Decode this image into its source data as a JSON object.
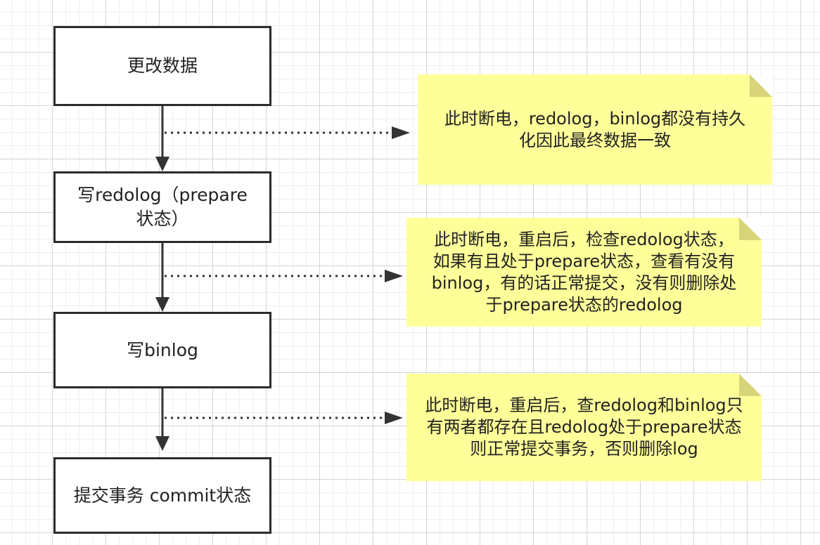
{
  "diagram": {
    "steps": [
      {
        "id": "step-update",
        "label": "更改数据"
      },
      {
        "id": "step-redolog",
        "label": "写redolog（prepare状态）"
      },
      {
        "id": "step-binlog",
        "label": "写binlog"
      },
      {
        "id": "step-commit",
        "label": "提交事务 commit状态"
      }
    ],
    "notes": [
      {
        "id": "note-1",
        "text": "此时断电，redolog，binlog都没有持久化因此最终数据一致"
      },
      {
        "id": "note-2",
        "text": "此时断电，重启后，检查redolog状态，如果有且处于prepare状态，查看有没有binlog，有的话正常提交，没有则删除处于prepare状态的redolog"
      },
      {
        "id": "note-3",
        "text": "此时断电，重启后，查redolog和binlog只有两者都存在且redolog处于prepare状态则正常提交事务，否则删除log"
      }
    ],
    "colors": {
      "note_fill": "#ffff9a",
      "note_fold": "#d8d47a",
      "box_border": "#2b2b2b",
      "arrow": "#333333",
      "grid": "#d4d4d4"
    }
  }
}
